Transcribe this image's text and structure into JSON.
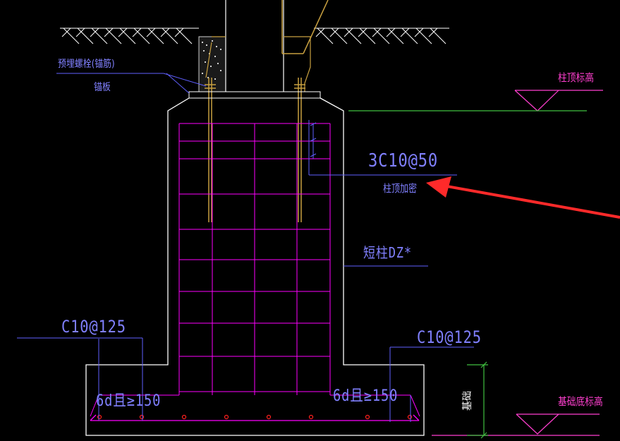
{
  "labels": {
    "embedded_bolt": "预埋螺栓(锚筋)",
    "anchor_plate": "锚板",
    "column_top_elevation": "柱顶标高",
    "column_top_rebar": "3C10@50",
    "column_top_densify": "柱顶加密",
    "short_column": "短柱DZ*",
    "left_stirrup": "C10@125",
    "right_stirrup": "C10@125",
    "left_anchor_len": "6d且≥150",
    "right_anchor_len": "6d且≥150",
    "foundation_bottom_elevation": "基础底标高",
    "foundation_height": "基础"
  },
  "colors": {
    "background": "#000000",
    "outline": "#ffffff",
    "rebar": "#ff00ff",
    "dim_line": "#6060ff",
    "text": "#8080ff",
    "elevation_text": "#ff3fcf",
    "ground_hatch": "#ffffff",
    "steel": "#c8a040",
    "green_line": "#40c040",
    "arrow": "#ff2a2a"
  }
}
